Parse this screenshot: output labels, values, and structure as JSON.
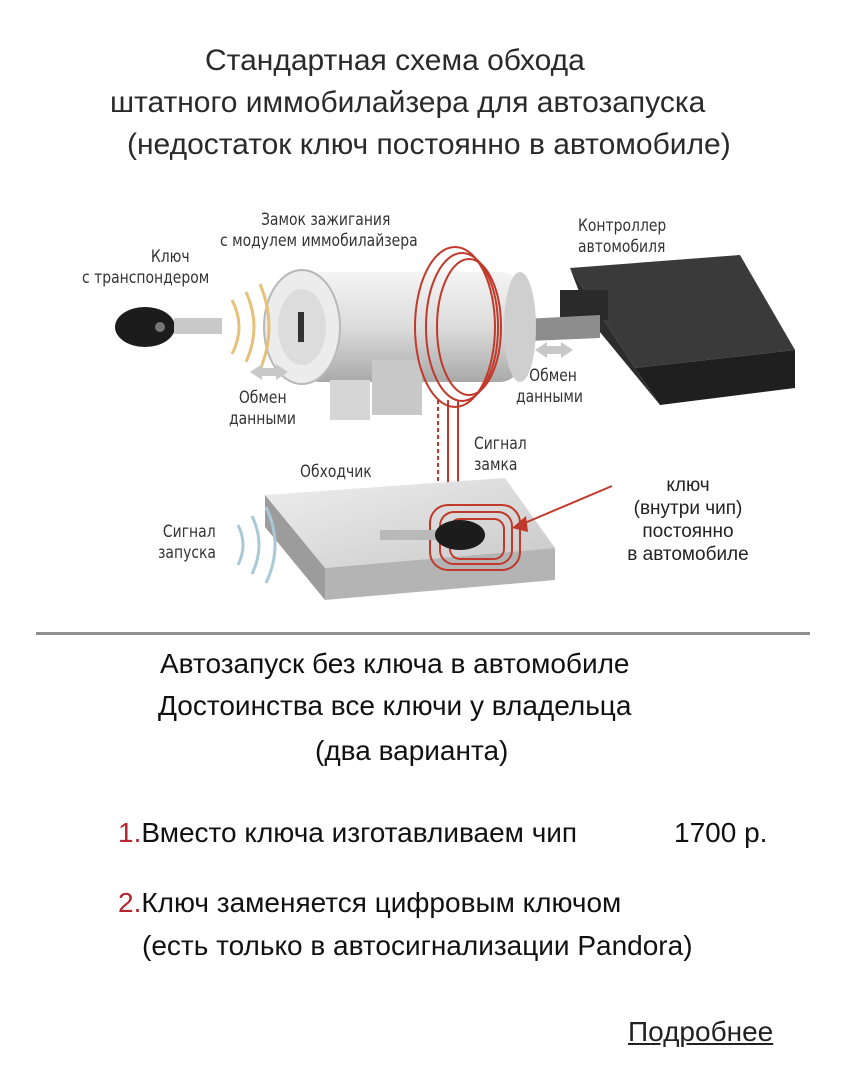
{
  "header": {
    "line1": "Стандартная схема обхода",
    "line2": "штатного иммобилайзера для автозапуска",
    "line3": "(недостаток ключ постоянно в автомобиле)"
  },
  "diagram": {
    "key_label_1": "Ключ",
    "key_label_2": "с транспондером",
    "lock_label_1": "Замок зажигания",
    "lock_label_2": "с модулем иммобилайзера",
    "controller_label_1": "Контроллер",
    "controller_label_2": "автомобиля",
    "exchange_left_1": "Обмен",
    "exchange_left_2": "данными",
    "exchange_right_1": "Обмен",
    "exchange_right_2": "данными",
    "lock_signal_1": "Сигнал",
    "lock_signal_2": "замка",
    "bypass_label": "Обходчик",
    "start_signal_1": "Сигнал",
    "start_signal_2": "запуска",
    "note_1": "ключ",
    "note_2": "(внутри чип)",
    "note_3": "постоянно",
    "note_4": "в автомобиле"
  },
  "section": {
    "red_title": "Автозапуск без ключа в автомобиле",
    "advantages": "Достоинства все ключи у владельца",
    "variants": "(два варианта)"
  },
  "options": [
    {
      "num": "1.",
      "text": "Вместо ключа изготавливаем чип",
      "price": "1700 р."
    },
    {
      "num": "2.",
      "text": "Ключ заменяется цифровым ключом",
      "text2": "(есть только в автосигнализации Pandora)"
    }
  ],
  "link": {
    "more": "Подробнее"
  },
  "colors": {
    "accent_red": "#b5262e",
    "coil": "#c0392b",
    "box": "#2b2b2b"
  }
}
